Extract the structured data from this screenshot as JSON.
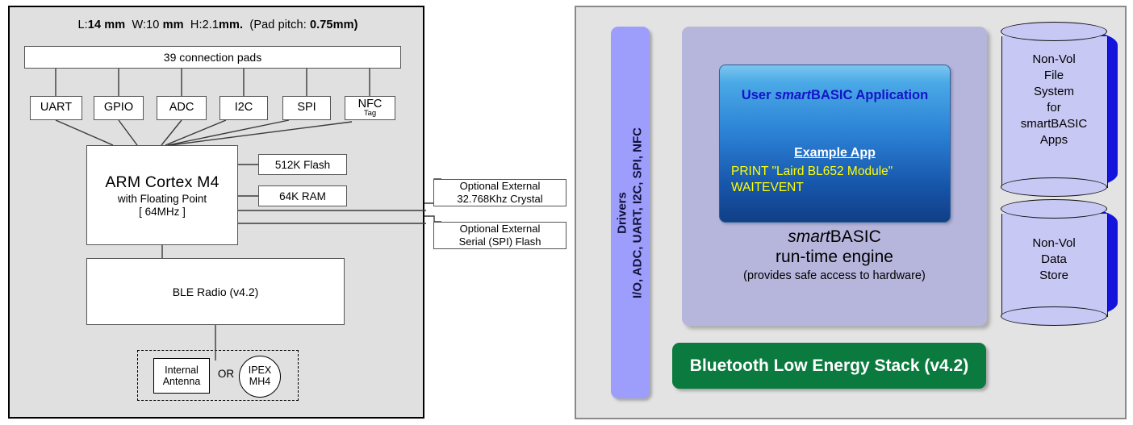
{
  "left_panel": {
    "dimensions_line": {
      "parts": [
        {
          "t": "L:",
          "b": false
        },
        {
          "t": "14 mm",
          "b": true
        },
        {
          "t": "  W:10 ",
          "b": false
        },
        {
          "t": "mm",
          "b": true
        },
        {
          "t": "  H:2.1",
          "b": false
        },
        {
          "t": "mm.",
          "b": true
        },
        {
          "t": "  (Pad pitch: ",
          "b": false
        },
        {
          "t": "0.75mm)",
          "b": true
        }
      ],
      "plain": "L:14 mm  W:10 mm  H:2.1mm.  (Pad pitch: 0.75mm)"
    },
    "pads_box": "39 connection pads",
    "peripherals": [
      {
        "label": "UART",
        "sub": ""
      },
      {
        "label": "GPIO",
        "sub": ""
      },
      {
        "label": "ADC",
        "sub": ""
      },
      {
        "label": "I2C",
        "sub": ""
      },
      {
        "label": "SPI",
        "sub": ""
      },
      {
        "label": "NFC",
        "sub": "Tag"
      }
    ],
    "cpu": {
      "line1": "ARM Cortex M4",
      "line2": "with Floating Point",
      "line3": "[ 64MHz ]"
    },
    "memory": {
      "flash": "512K Flash",
      "ram": "64K RAM"
    },
    "external": {
      "crystal_line1": "Optional External",
      "crystal_line2": "32.768Khz Crystal",
      "spiflash_line1": "Optional External",
      "spiflash_line2": "Serial (SPI) Flash"
    },
    "radio": "BLE Radio (v4.2)",
    "antenna": {
      "internal_line1": "Internal",
      "internal_line2": "Antenna",
      "or": "OR",
      "ipex_line1": "IPEX",
      "ipex_line2": "MH4"
    }
  },
  "right_panel": {
    "drivers": {
      "line1": "Drivers",
      "line2": "I/O, ADC, UART, I2C, SPI, NFC"
    },
    "app_box": {
      "title_pre": "User ",
      "title_italic": "smart",
      "title_post": "BASIC Application",
      "example_heading": "Example App",
      "code_line1": "PRINT \"Laird BL652 Module\"",
      "code_line2": "WAITEVENT"
    },
    "engine": {
      "name_italic": "smart",
      "name_rest": "BASIC",
      "line2": "run-time engine",
      "line3": "(provides safe access to hardware)"
    },
    "ble_stack": "Bluetooth Low Energy Stack (v4.2)",
    "storage": [
      {
        "lines": "Non-Vol\nFile\nSystem\nfor\nsmartBASIC\nApps"
      },
      {
        "lines": "Non-Vol\nData\nStore"
      }
    ]
  },
  "colors": {
    "panel_bg_left": "#e0e0e0",
    "panel_bg_right": "#e3e3e3",
    "drivers_bar": "#9d9dfb",
    "container_lavender": "#b6b6dd",
    "app_blue_top": "#7cc6ef",
    "app_blue_bottom": "#113f86",
    "app_title_blue": "#1414c8",
    "code_yellow": "#ffff00",
    "ble_green": "#0b7a3e",
    "cylinder_face": "#c8c8f5",
    "cylinder_shadow": "#1414dc"
  }
}
